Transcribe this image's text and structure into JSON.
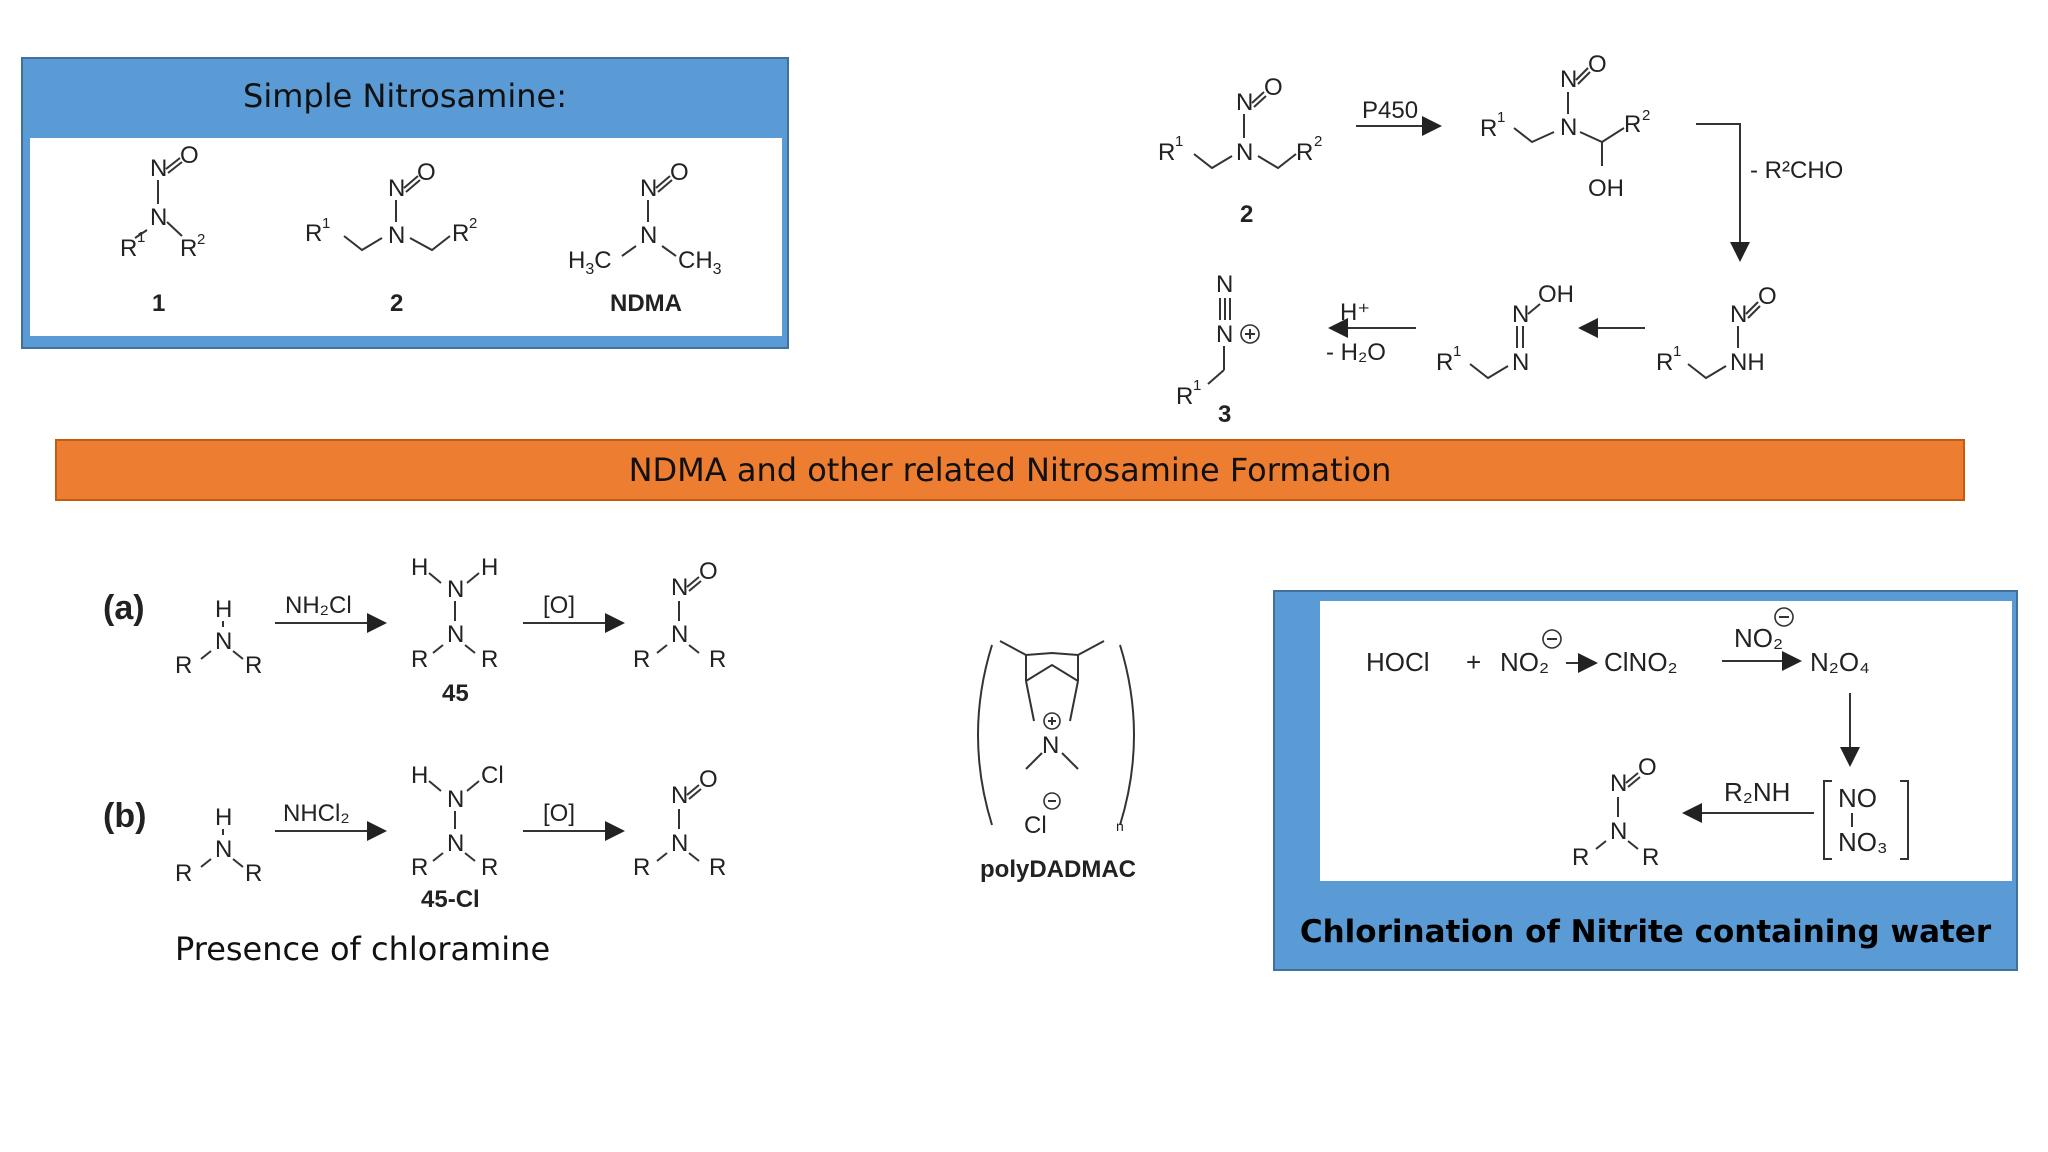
{
  "simple_nitrosamine": {
    "title": "Simple Nitrosamine:",
    "compound_labels": [
      "1",
      "2",
      "NDMA"
    ]
  },
  "metabolism": {
    "enzyme": "P450",
    "loss_aldehyde": "- R²CHO",
    "acid": "H⁺",
    "loss_water": "- H₂O",
    "start_label": "2",
    "product_label": "3"
  },
  "formation_banner": "NDMA and other related Nitrosamine Formation",
  "chloramine": {
    "row_a": {
      "tag": "(a)",
      "reagent": "NH₂Cl",
      "oxidant": "[O]",
      "intermediate": "45"
    },
    "row_b": {
      "tag": "(b)",
      "reagent": "NHCl₂",
      "oxidant": "[O]",
      "intermediate": "45-Cl"
    },
    "caption": "Presence of chloramine"
  },
  "polymer": {
    "label": "polyDADMAC",
    "subscript": "n"
  },
  "nitrite": {
    "reactant_1": "HOCl",
    "plus": "+",
    "reactant_2": "NO₂",
    "intermediate_1": "ClNO₂",
    "reagent": "NO₂",
    "intermediate_2": "N₂O₄",
    "amine": "R₂NH",
    "pair_top": "NO",
    "pair_bottom": "NO₃",
    "caption": "Chlorination of Nitrite containing water"
  },
  "colors": {
    "blue_box": "#5b9bd5",
    "orange_banner": "#ed7d31"
  }
}
